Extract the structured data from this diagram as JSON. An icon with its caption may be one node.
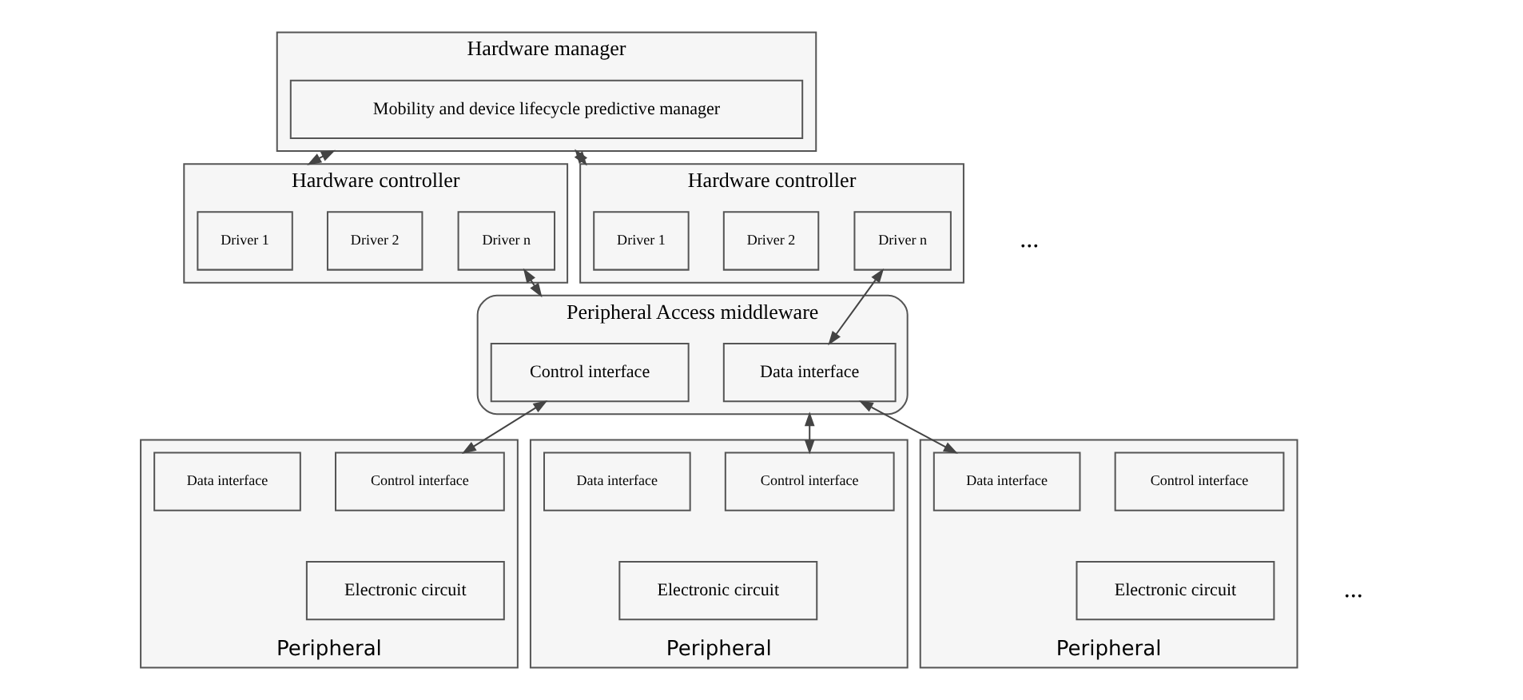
{
  "diagram": {
    "nodes": [
      {
        "text": [
          "Hardware manager"
        ]
      },
      {
        "text": [
          "Mobility and device lifecycle predictive manager"
        ],
        "in": 0
      },
      {
        "text": [
          "Hardware controller"
        ]
      },
      {
        "text": [
          "Driver 1"
        ],
        "in": 2
      },
      {
        "text": [
          "Driver 2"
        ],
        "in": 2
      },
      {
        "text": [
          "Driver n"
        ],
        "in": 2
      },
      {
        "text": [
          "Hardware controller"
        ]
      },
      {
        "text": [
          "Driver 1"
        ],
        "in": 6
      },
      {
        "text": [
          "Driver 2"
        ],
        "in": 6
      },
      {
        "text": [
          "Driver n"
        ],
        "in": 6
      },
      {
        "text": [
          "Peripheral Access middleware"
        ]
      },
      {
        "text": [
          "Control interface"
        ],
        "in": 10
      },
      {
        "text": [
          "Data interface"
        ],
        "in": 10
      },
      {
        "text": [
          "Peripheral"
        ]
      },
      {
        "text": [
          "Data interface"
        ],
        "in": 13
      },
      {
        "text": [
          "Control interface"
        ],
        "in": 13
      },
      {
        "text": [
          "Electronic circuit"
        ],
        "in": 13
      },
      {
        "text": [
          "Peripheral"
        ]
      },
      {
        "text": [
          "Data interface"
        ],
        "in": 17
      },
      {
        "text": [
          "Control interface"
        ],
        "in": 17
      },
      {
        "text": [
          "Electronic circuit"
        ],
        "in": 17
      },
      {
        "text": [
          "Peripheral"
        ]
      },
      {
        "text": [
          "Data interface"
        ],
        "in": 21
      },
      {
        "text": [
          "Control interface"
        ],
        "in": 21
      },
      {
        "text": [
          "Electronic circuit"
        ],
        "in": 21
      }
    ],
    "edges": [
      {
        "from": 0,
        "to": 2,
        "arrow": "both"
      },
      {
        "from": 0,
        "to": 6,
        "arrow": "both"
      },
      {
        "from": 5,
        "to": 10,
        "arrow": "both"
      },
      {
        "from": 9,
        "to": 12,
        "arrow": "both"
      },
      {
        "from": 10,
        "to": 15,
        "arrow": "both"
      },
      {
        "from": 11,
        "to": 19,
        "arrow": "both"
      },
      {
        "from": 12,
        "to": 22,
        "arrow": "both"
      }
    ],
    "labels": [
      "...",
      "..."
    ]
  }
}
